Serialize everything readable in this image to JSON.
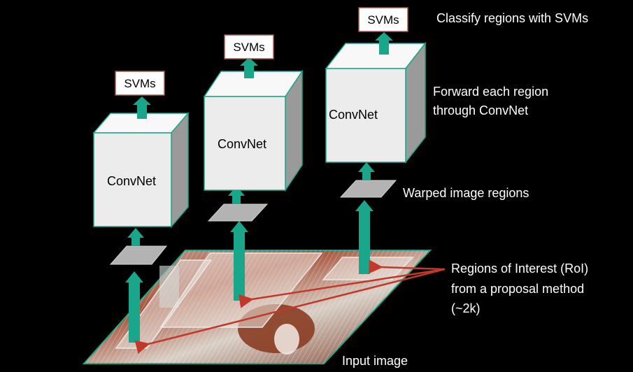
{
  "annotations": {
    "classify": "Classify regions with SVMs",
    "forward_line1": "Forward each region",
    "forward_line2": "through ConvNet",
    "warped": "Warped image regions",
    "roi_line1": "Regions of Interest (RoI)",
    "roi_line2": "from a proposal method",
    "roi_line3": "(~2k)",
    "input": "Input image"
  },
  "boxes": [
    {
      "label": "ConvNet"
    },
    {
      "label": "ConvNet"
    },
    {
      "label": "ConvNet"
    }
  ],
  "classifiers": [
    {
      "label": "SVMs"
    },
    {
      "label": "SVMs"
    },
    {
      "label": "SVMs"
    }
  ],
  "colors": {
    "background": "#000000",
    "arrow": "#1aa68a",
    "annotation_arrow": "#c0392b",
    "box_face": "#ececec",
    "box_side": "#9a9a9a",
    "box_top": "#f8f8f8",
    "box_edge": "#1aa68a",
    "text_light": "#ffffff",
    "text_dark": "#000000"
  }
}
